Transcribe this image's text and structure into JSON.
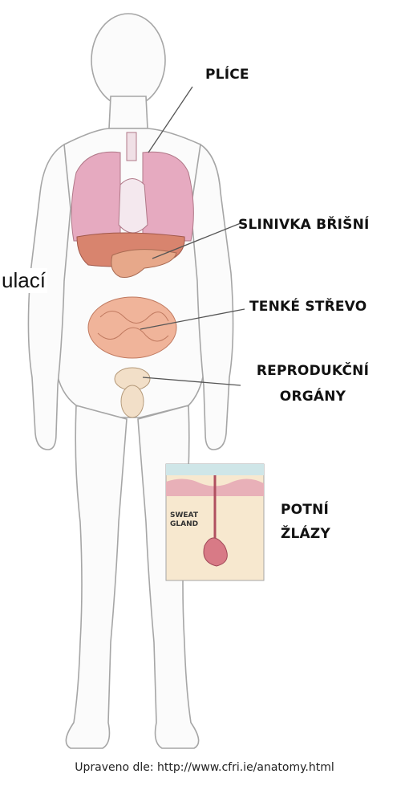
{
  "labels": {
    "lungs": "PLÍCE",
    "pancreas": "SLINIVKA BŘIŠNÍ",
    "intestine": "TENKÉ STŘEVO",
    "reproductive_line1": "REPRODUKČNÍ",
    "reproductive_line2": "ORGÁNY",
    "sweat_line1": "POTNÍ",
    "sweat_line2": "ŽLÁZY"
  },
  "inset": {
    "line1": "SWEAT",
    "line2": "GLAND"
  },
  "fragment_text": "ulací",
  "caption": "Upraveno dle: http://www.cfri.ie/anatomy.html",
  "colors": {
    "skin_outline": "#9a9a9a",
    "lungs": "#e6aac0",
    "liver": "#d8846e",
    "intestine": "#f0b49a",
    "leader_line": "#555555"
  }
}
